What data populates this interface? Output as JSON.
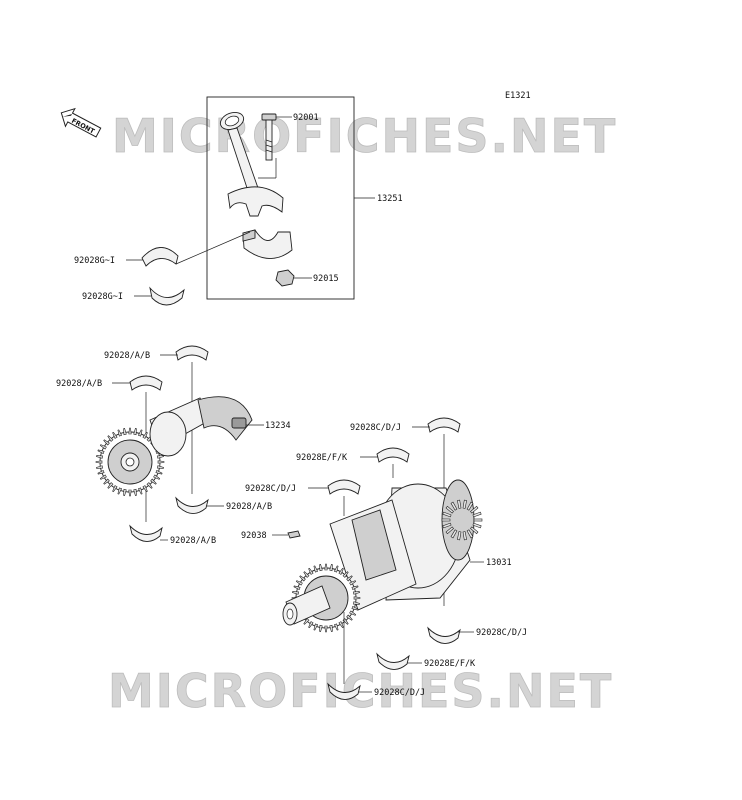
{
  "diagram_code": "E1321",
  "front_label": "FRONT",
  "watermark_top": "MICROFICHES.NET",
  "watermark_bottom": "MICROFICHES.NET",
  "parts": {
    "p92001": "92001",
    "p13251": "13251",
    "p92015": "92015",
    "p92028gi_a": "92028G~I",
    "p92028gi_b": "92028G~I",
    "p92028ab_1": "92028/A/B",
    "p92028ab_2": "92028/A/B",
    "p13234": "13234",
    "p92028ab_3": "92028/A/B",
    "p92028ab_4": "92028/A/B",
    "p92028cdj_1": "92028C/D/J",
    "p92028efk_1": "92028E/F/K",
    "p92028cdj_2": "92028C/D/J",
    "p92038": "92038",
    "p13031": "13031",
    "p92028cdj_3": "92028C/D/J",
    "p92028efk_2": "92028E/F/K",
    "p92028cdj_4": "92028C/D/J"
  }
}
